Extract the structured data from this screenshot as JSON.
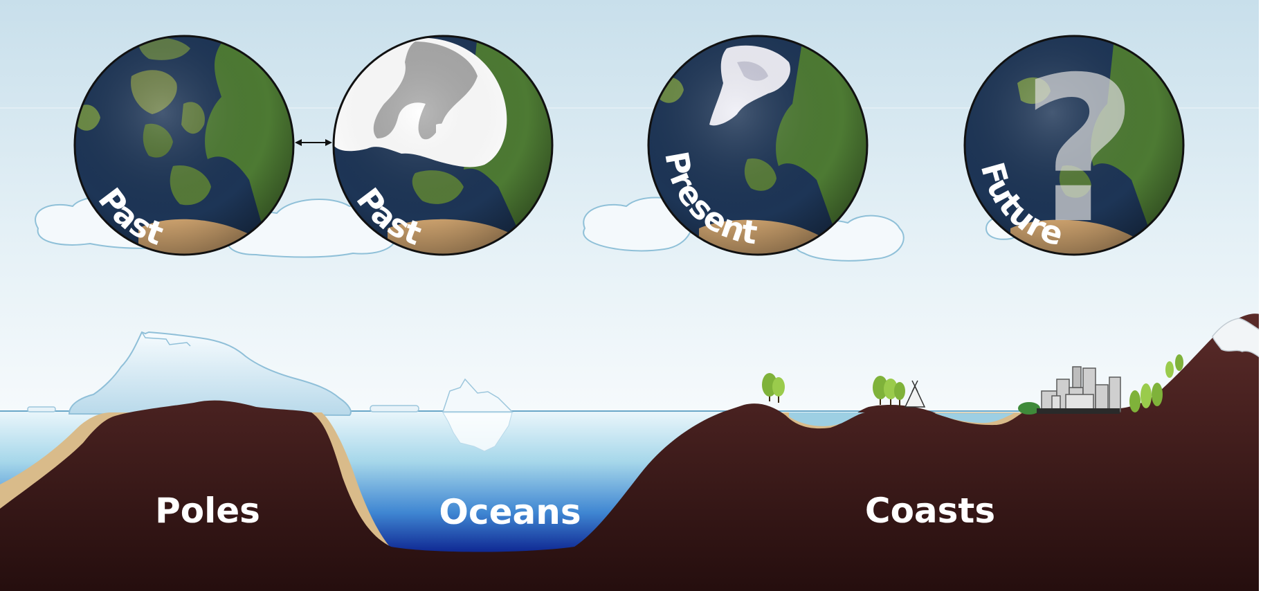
{
  "globes": [
    {
      "id": "past-1",
      "label": "Past"
    },
    {
      "id": "past-2",
      "label": "Past"
    },
    {
      "id": "present",
      "label": "Present"
    },
    {
      "id": "future",
      "label": "Future",
      "overlay_symbol": "?"
    }
  ],
  "regions": [
    {
      "id": "poles",
      "label": "Poles"
    },
    {
      "id": "oceans",
      "label": "Oceans"
    },
    {
      "id": "coasts",
      "label": "Coasts"
    }
  ],
  "colors": {
    "sky_top": "#c9e0ec",
    "sky_bottom": "#f4f9fb",
    "ocean_surface": "#a9d3e6",
    "ocean_deep": "#0c2d94",
    "earth": "#4a2221",
    "earth_dark": "#2a0f0f",
    "sand": "#d8b888",
    "globe_water": "#1d3556",
    "globe_land": "#4e7a34",
    "ice": "#ffffff",
    "ice_grey": "#a9a9a9",
    "tree": "#7fb23a",
    "snow": "#f2f5f7"
  },
  "icons": [
    "double-arrow-icon",
    "question-mark-icon",
    "tree-icon",
    "tent-icon",
    "city-icon",
    "iceberg-icon",
    "mountain-icon",
    "cloud-icon"
  ]
}
